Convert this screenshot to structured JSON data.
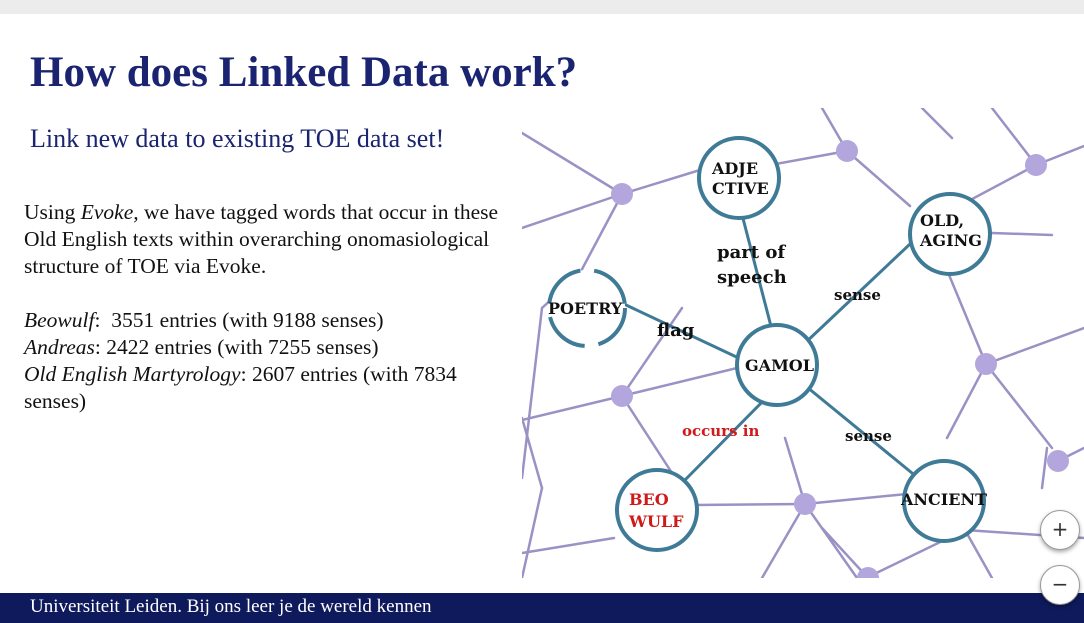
{
  "slide": {
    "title": "How does Linked Data work?",
    "subtitle": "Link new data to existing TOE data set!",
    "intro": {
      "pre": "Using ",
      "em": "Evoke,",
      "post": " we have tagged words that occur in these Old English texts within overarching onomasiological structure of TOE via Evoke."
    },
    "entries": [
      {
        "title": "Beowulf",
        "sep": ":  ",
        "rest": "3551 entries (with 9188 senses)"
      },
      {
        "title": "Andreas",
        "sep": ": ",
        "rest": "2422 entries (with 7255 senses)"
      },
      {
        "title": "Old English Martyrology",
        "sep": ": ",
        "rest": "2607 entries (with 7834 senses)"
      }
    ]
  },
  "diagram": {
    "nodes": {
      "adjective": [
        "ADJE",
        "CTIVE"
      ],
      "old_aging": [
        "OLD,",
        "AGING"
      ],
      "poetry": "POETRY",
      "gamol": "GAMOL",
      "beowulf": [
        "BEO",
        "WULF"
      ],
      "ancient": "ANCIENT"
    },
    "edges": {
      "part_of_speech": [
        "part of",
        "speech"
      ],
      "sense_upper": "sense",
      "flag": "flag",
      "occurs_in": "occurs in",
      "sense_lower": "sense"
    },
    "colors": {
      "node_ring": "#3f7a96",
      "line": "#9a92c4",
      "dot": "#b3a6dc",
      "highlight": "#d01a1a"
    }
  },
  "footer": {
    "text": "Universiteit Leiden. Bij ons leer je de wereld kennen"
  },
  "zoom": {
    "in_label": "+",
    "out_label": "−"
  }
}
